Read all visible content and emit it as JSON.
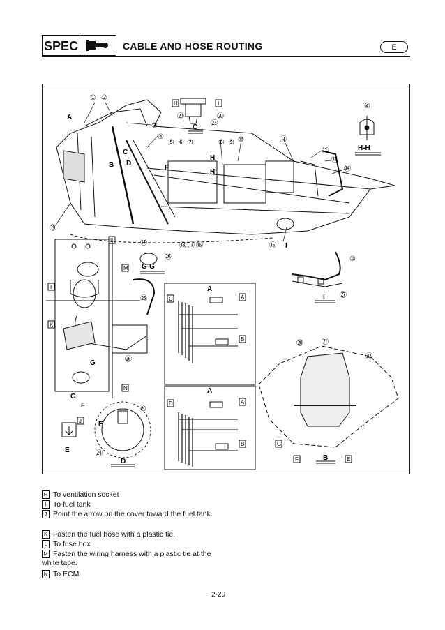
{
  "header": {
    "section_badge": "SPEC",
    "section_icon": "wrench-icon",
    "title": "CABLE AND HOSE ROUTING",
    "language": "E"
  },
  "figure": {
    "callout_numbers": [
      "①",
      "②",
      "③",
      "④",
      "⑤",
      "⑥",
      "⑦",
      "⑧",
      "⑨",
      "⑩",
      "⑪",
      "⑫",
      "⑬",
      "⑭",
      "⑮",
      "⑯",
      "⑰",
      "⑱",
      "⑲",
      "⑳",
      "㉑",
      "㉒",
      "㉓",
      "㉔",
      "㉕",
      "㉖",
      "㉗"
    ],
    "view_labels": {
      "a_top": "A",
      "b": "B",
      "c": "C",
      "d": "D",
      "e": "E",
      "f": "F",
      "g": "G",
      "h": "H",
      "i": "I",
      "hh": "H-H",
      "gg": "G-G",
      "ii": "I",
      "c_view": "C",
      "d_view": "D",
      "e_view": "E",
      "b_view": "B",
      "a_view1": "A",
      "a_view2": "A"
    },
    "boxed_letters": {
      "h": "H",
      "i": "I",
      "j": "J",
      "k": "K",
      "l": "L",
      "m": "M",
      "n": "N",
      "a": "A",
      "b": "B",
      "c": "C",
      "d": "D",
      "e": "E",
      "f": "F",
      "g": "G"
    }
  },
  "notes": [
    {
      "key": "H",
      "text": "To ventilation socket"
    },
    {
      "key": "I",
      "text": "To fuel tank"
    },
    {
      "key": "J",
      "text": "Point the arrow on the cover toward the fuel tank."
    },
    {
      "key": "K",
      "text": "Fasten the fuel hose with a plastic tie."
    },
    {
      "key": "L",
      "text": "To fuse box"
    },
    {
      "key": "M",
      "text": "Fasten the wiring harness with a plastic tie at the white tape."
    },
    {
      "key": "N",
      "text": "To ECM"
    }
  ],
  "footer": {
    "page_number": "2-20"
  }
}
